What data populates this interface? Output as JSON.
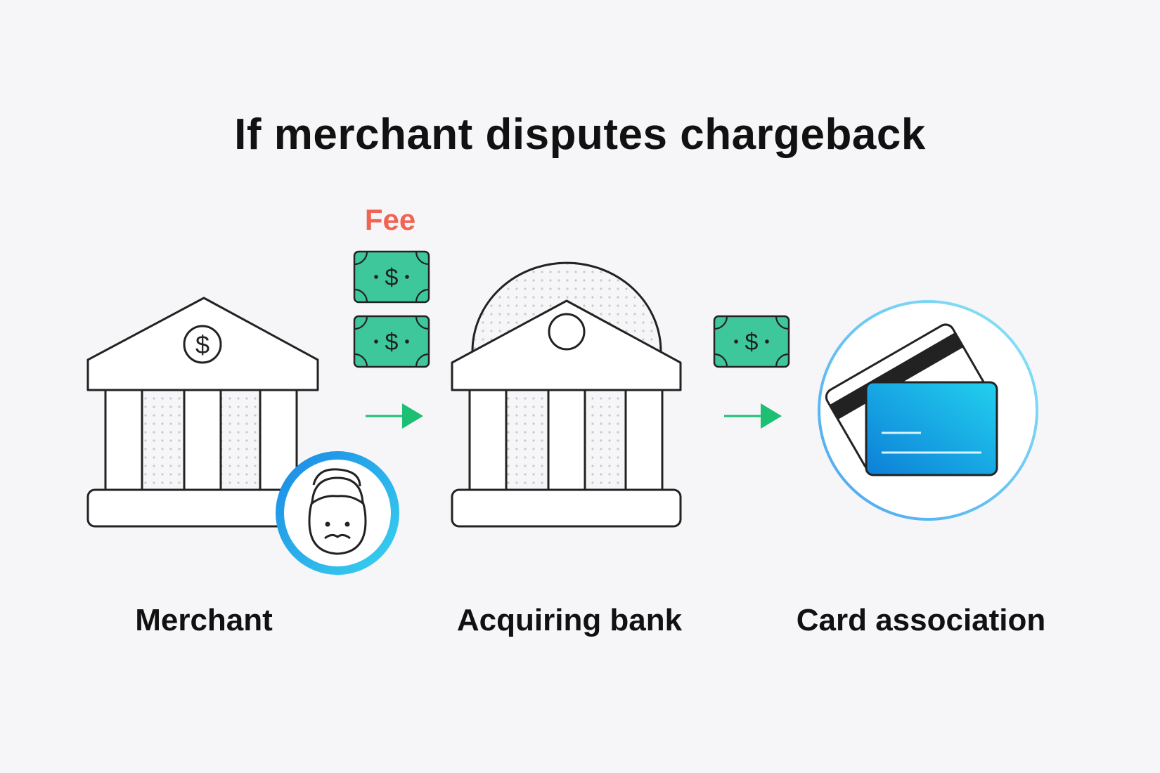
{
  "title": "If merchant disputes chargeback",
  "fee": {
    "label": "Fee",
    "color": "#f26452"
  },
  "nodes": [
    {
      "label": "Merchant"
    },
    {
      "label": "Acquiring bank"
    },
    {
      "label": "Card association"
    }
  ],
  "colors": {
    "money_green": "#3ec79a",
    "arrow_green": "#1dbf73",
    "card_blue": "#1aa7e6",
    "ring_blue": "#1ca0e8",
    "outline": "#222222"
  },
  "icons": {
    "merchant": "bank-building-icon",
    "avatar": "merchant-avatar-icon",
    "acquirer": "bank-building-icon",
    "card": "credit-card-icon",
    "money": "dollar-bill-icon",
    "arrow": "arrow-right-icon"
  }
}
